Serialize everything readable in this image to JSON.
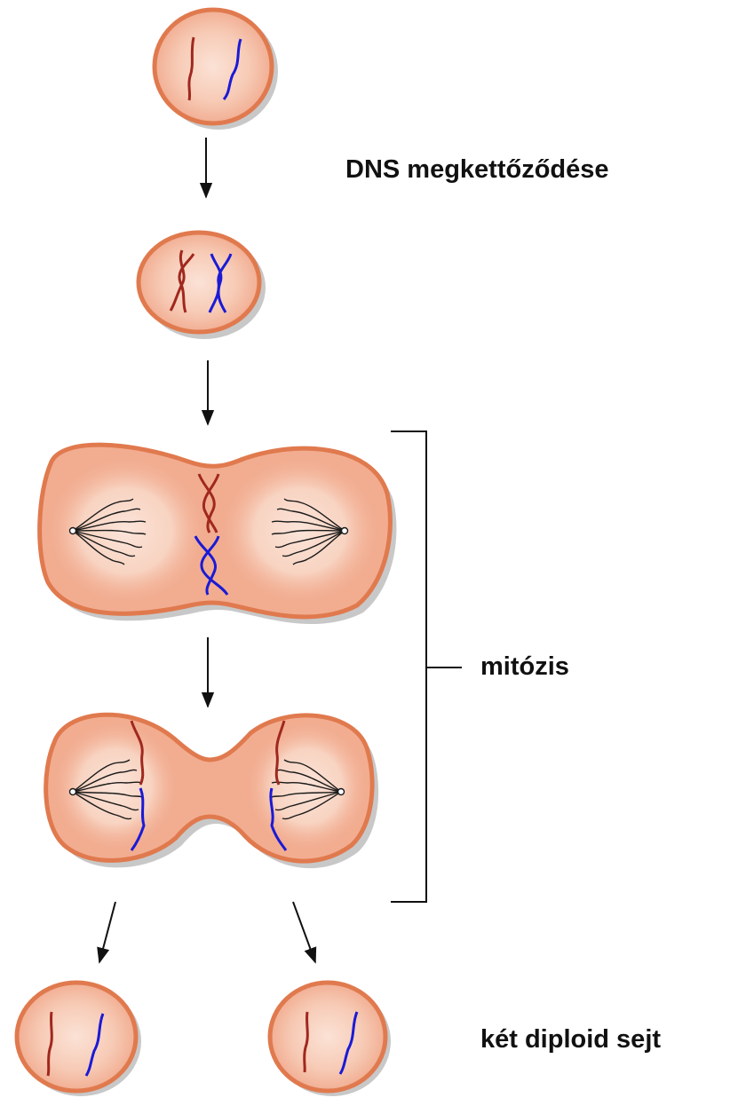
{
  "labels": {
    "dna_replication": "DNS megkettőződése",
    "mitosis": "mitózis",
    "result": "két diploid sejt"
  },
  "colors": {
    "cell_fill_outer": "#f2ad91",
    "cell_fill_inner": "#fbe2d6",
    "cell_outline": "#e07a4e",
    "shadow": "#c8c8c8",
    "chromosome_maternal": "#a0281e",
    "chromosome_paternal": "#1a1ad6",
    "spindle": "#1a1a1a",
    "arrow": "#111111"
  }
}
